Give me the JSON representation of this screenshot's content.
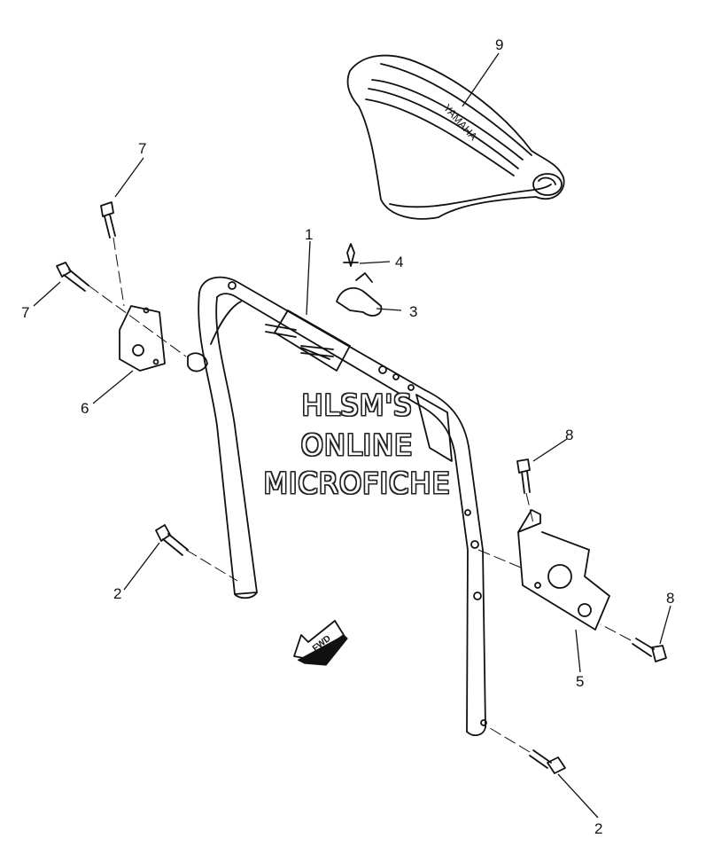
{
  "callouts": {
    "c1": "1",
    "c2a": "2",
    "c2b": "2",
    "c3": "3",
    "c4": "4",
    "c5": "5",
    "c6": "6",
    "c7a": "7",
    "c7b": "7",
    "c8a": "8",
    "c8b": "8",
    "c9": "9"
  },
  "pad_brand": "YAMAHA",
  "fwd_arrow_label": "FWD",
  "watermark": {
    "line1": "HLSM'S",
    "line2": "ONLINE",
    "line3": "MICROFICHE"
  },
  "colors": {
    "line": "#111111",
    "background": "#ffffff"
  }
}
